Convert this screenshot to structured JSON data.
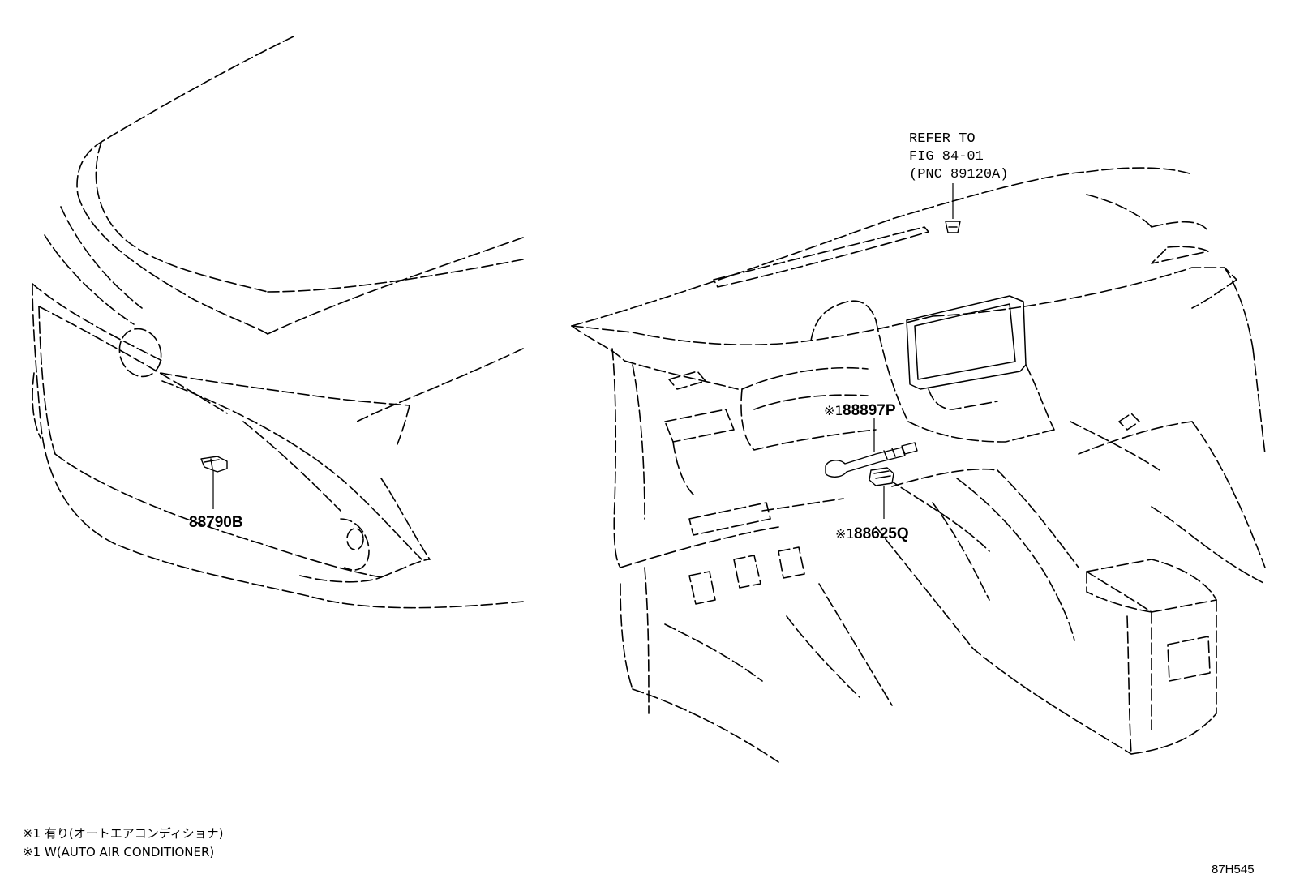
{
  "refer": {
    "line1": "REFER TO",
    "line2": "FIG 84-01",
    "line3": "(PNC 89120A)"
  },
  "callouts": {
    "part_88790b": "88790B",
    "part_88897p_mark": "※1",
    "part_88897p": "88897P",
    "part_88625q_mark": "※1",
    "part_88625q": "88625Q"
  },
  "notes": [
    "※1 有り(オートエアコンディショナ)",
    "※1 W(AUTO AIR CONDITIONER)"
  ],
  "figure_id": "87H545"
}
